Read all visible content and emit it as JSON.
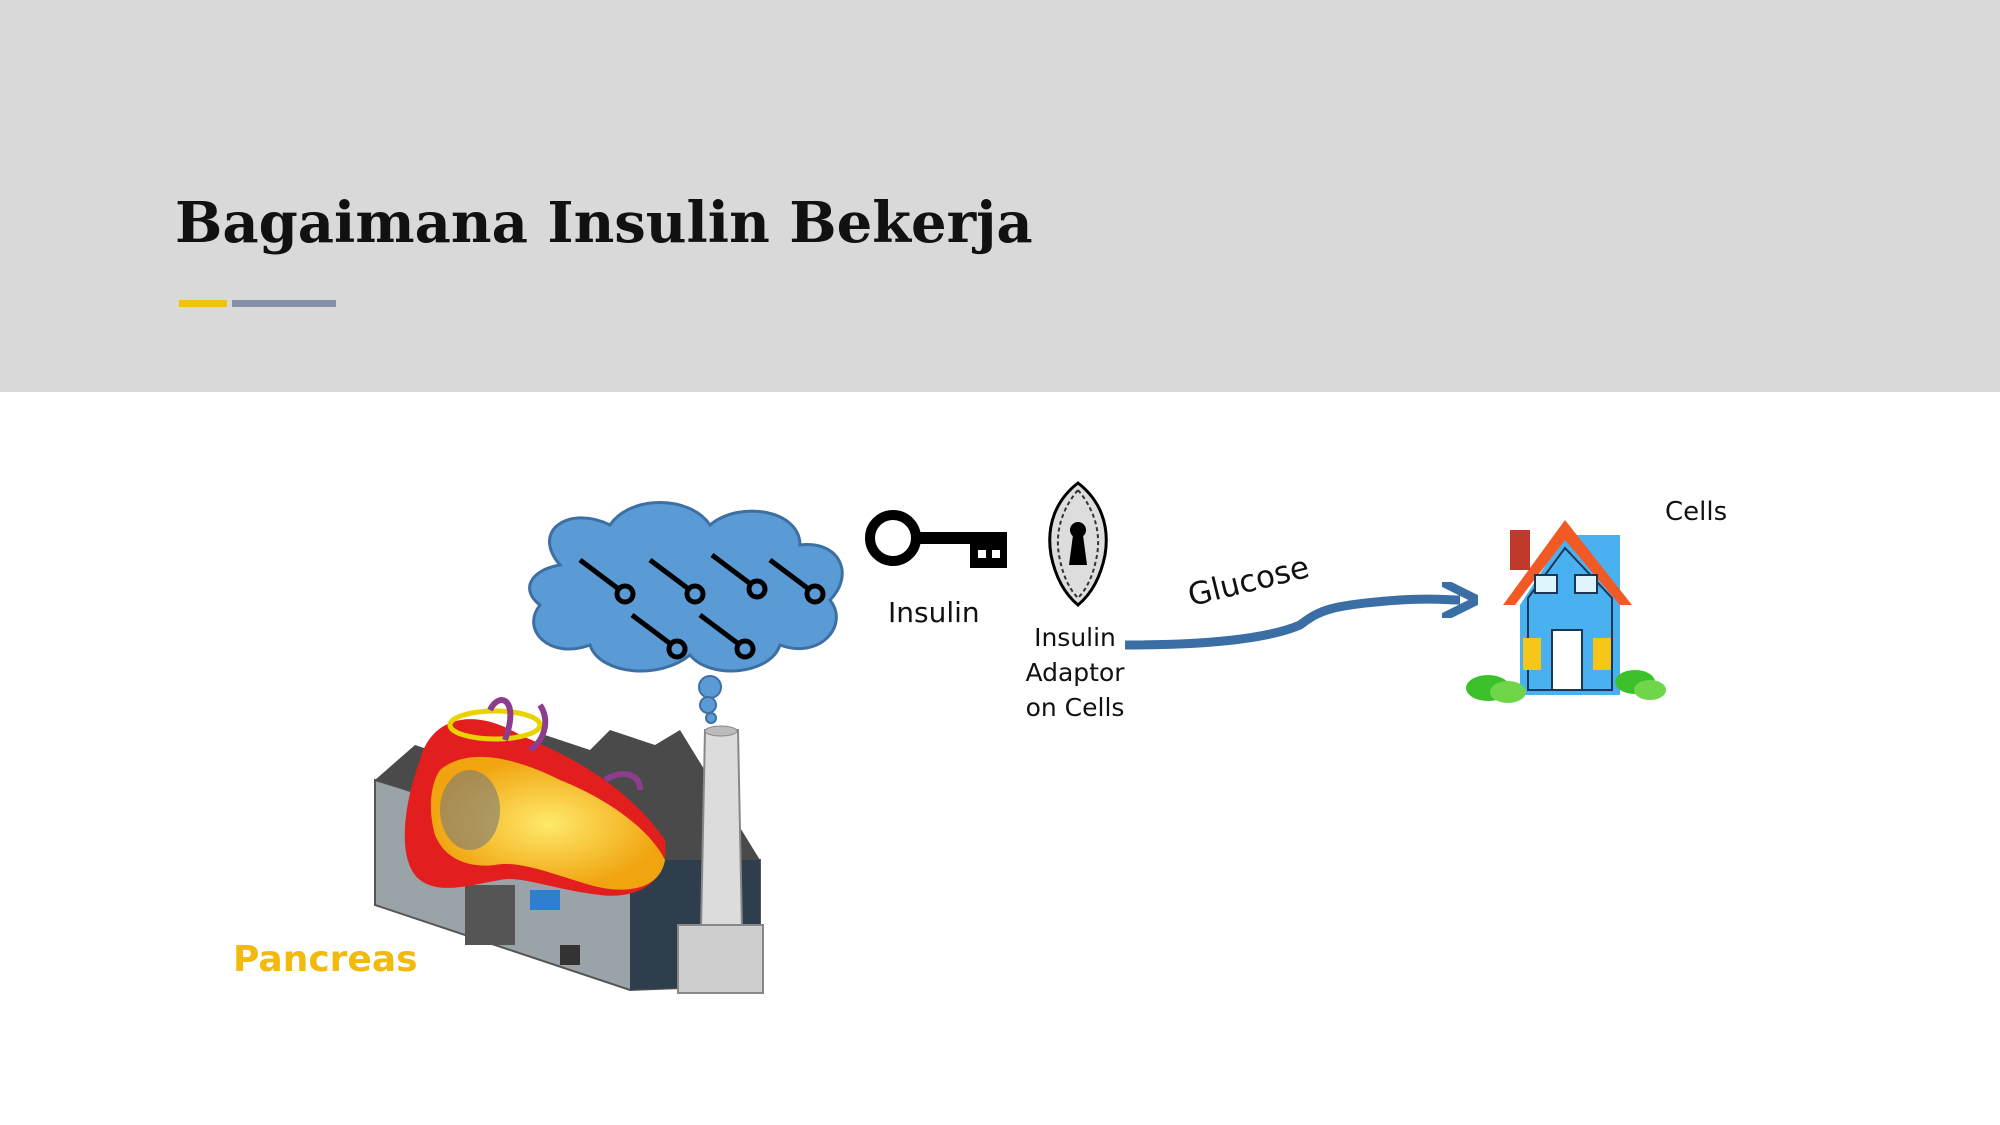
{
  "slide": {
    "title": "Bagaimana Insulin Bekerja"
  },
  "diagram": {
    "insulin_label": "Insulin",
    "adaptor_label": "Insulin Adaptor on Cells",
    "glucose_label": "Glucose",
    "cells_label": "Cells",
    "pancreas_label": "Pancreas"
  },
  "colors": {
    "header_bg": "#d9d9d9",
    "accent_yellow": "#f2c113",
    "accent_gray": "#8590a6",
    "cloud": "#5b9bd5",
    "arrow": "#3a6ea5",
    "pancreas_label": "#f2b90f"
  }
}
